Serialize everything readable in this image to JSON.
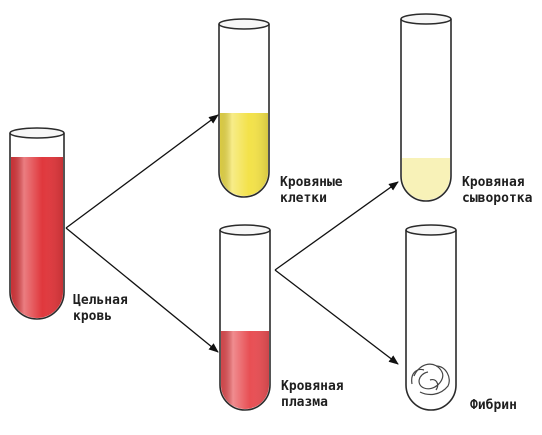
{
  "labels": {
    "whole_blood": [
      "Цельная",
      "кровь"
    ],
    "blood_cells": [
      "Кровяные",
      "клетки"
    ],
    "blood_plasma": [
      "Кровяная",
      "плазма"
    ],
    "blood_serum": [
      "Кровяная",
      "сыворотка"
    ],
    "fibrin": [
      "Фибрин"
    ]
  },
  "colors": {
    "blood_red": "#e0383d",
    "cell_yellow": "#f3e24a",
    "plasma_red": "#e84f54",
    "serum_pale": "#f8f2b8",
    "glass_outline": "#2b2b2b",
    "arrow": "#111111"
  }
}
